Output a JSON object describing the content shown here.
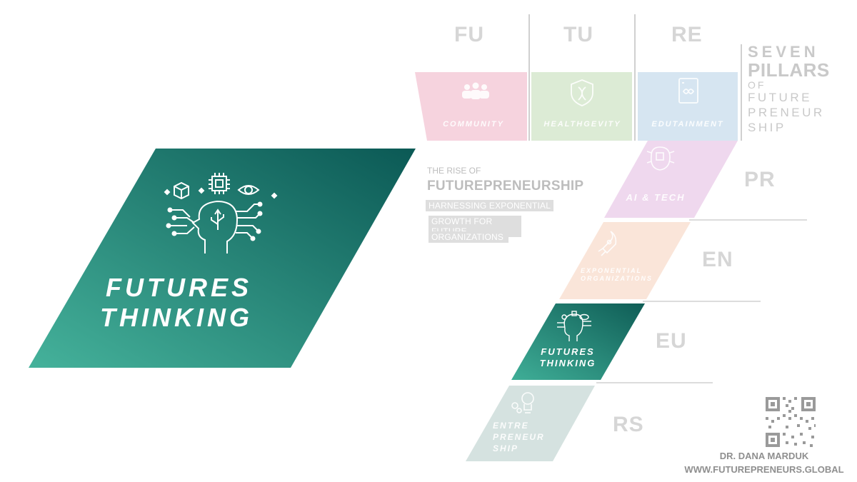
{
  "syllables": [
    "FU",
    "TU",
    "RE",
    "PR",
    "EN",
    "EU",
    "RS"
  ],
  "seven_pillars": {
    "line1": "SEVEN",
    "line2": "PILLARS",
    "line3": "OF",
    "line4": "FUTURE",
    "line5": "PRENEUR",
    "line6": "SHIP"
  },
  "pillars": [
    {
      "id": "community",
      "label": "COMMUNITY",
      "color": "#f6d3de",
      "icon": "people-icon"
    },
    {
      "id": "healthgevity",
      "label": "HEALTHGEVITY",
      "color": "#dcebd5",
      "icon": "shield-dna-icon"
    },
    {
      "id": "edutainment",
      "label": "EDUTAINMENT",
      "color": "#d6e5f1",
      "icon": "book-infinity-icon"
    },
    {
      "id": "ai-tech",
      "label": "AI & TECH",
      "color": "#efd8ee",
      "icon": "brain-chip-icon"
    },
    {
      "id": "exponential",
      "label_line1": "EXPONENTIAL",
      "label_line2": "ORGANIZATIONS",
      "color": "#fae5d9",
      "icon": "rocket-icon"
    },
    {
      "id": "futures-thinking",
      "label_line1": "FUTURES",
      "label_line2": "THINKING",
      "color_start": "#3fae97",
      "color_end": "#0f5d56",
      "icon": "head-circuit-icon"
    },
    {
      "id": "entrepreneurship",
      "label_line1": "ENTRE",
      "label_line2": "PRENEUR",
      "label_line3": "SHIP",
      "color": "#d5e2e0",
      "icon": "lightbulb-gears-icon"
    }
  ],
  "hero": {
    "line1": "FUTURES",
    "line2": "THINKING",
    "color_start": "#45b29b",
    "color_end": "#0b5955",
    "icon": "head-circuit-icon"
  },
  "rise": {
    "small": "THE RISE OF",
    "big": "FUTUREPRENEURSHIP",
    "tags": [
      "HARNESSING EXPONENTIAL",
      "GROWTH FOR FUTURE",
      "ORGANIZATIONS"
    ]
  },
  "credit": {
    "name": "DR. DANA MARDUK",
    "website": "WWW.FUTUREPRENEURS.GLOBAL"
  }
}
